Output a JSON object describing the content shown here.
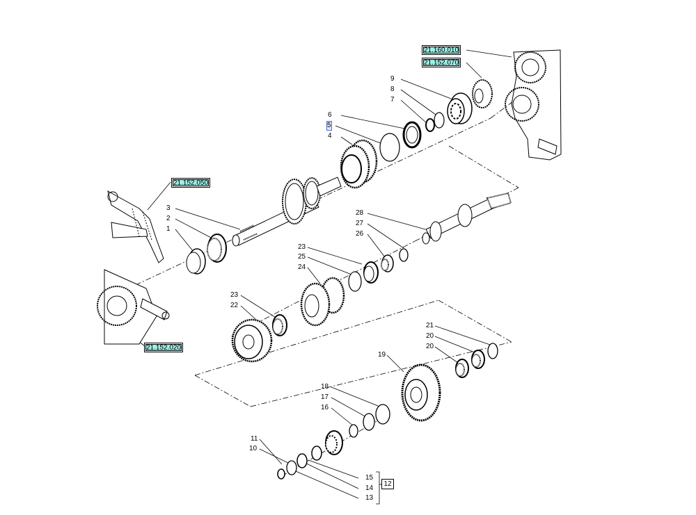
{
  "references": {
    "r1": "21.160.010",
    "r2": "21.152.070",
    "r3": "21.152.050",
    "r4": "21.152.020"
  },
  "callouts": {
    "c1": "1",
    "c2": "2",
    "c3": "3",
    "c4": "4",
    "c5": "5",
    "c6": "6",
    "c7": "7",
    "c8": "8",
    "c9": "9",
    "c10": "10",
    "c11": "11",
    "c12": "12",
    "c13": "13",
    "c14": "14",
    "c15": "15",
    "c16": "16",
    "c17": "17",
    "c18": "18",
    "c19": "19",
    "c20a": "20",
    "c20b": "20",
    "c21": "21",
    "c22": "22",
    "c23a": "23",
    "c23b": "23",
    "c24": "24",
    "c25": "25",
    "c26": "26",
    "c27": "27",
    "c28": "28"
  },
  "selected_callout": "5",
  "colors": {
    "reference_fill": "#9ff0e6",
    "selected_fill": "#dfe6ff",
    "selected_outline": "#4a6fd0",
    "line": "#000000"
  }
}
